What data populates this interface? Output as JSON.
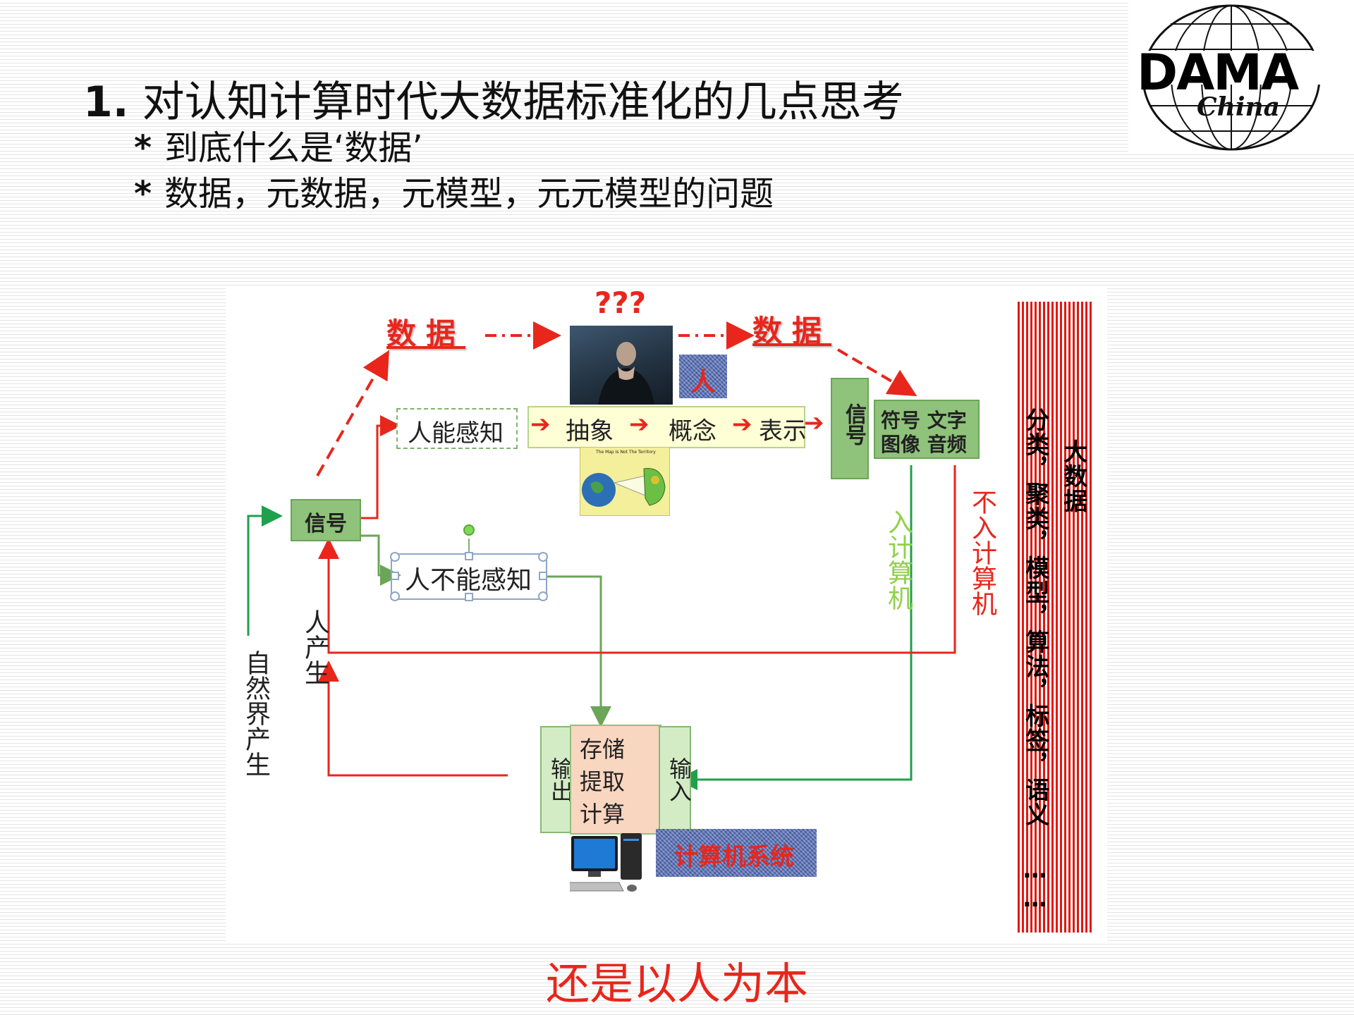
{
  "header": {
    "title_number": "1.",
    "title_text": "对认知计算时代大数据标准化的几点思考",
    "bullets": [
      {
        "marker": "*",
        "text": "到底什么是‘数据’"
      },
      {
        "marker": "*",
        "text": "数据，元数据，元模型，元元模型的问题"
      }
    ]
  },
  "logo": {
    "letters": "DAMA",
    "country": "China"
  },
  "diagram": {
    "question_marks": "???",
    "data_left": "数据",
    "data_right": "数据",
    "person_tag": "人",
    "perceivable": "人能感知",
    "chain": [
      "抽象",
      "概念",
      "表示"
    ],
    "map_caption": "The Map Is Not The Territory",
    "signal_vertical": "信号",
    "symbol_box": {
      "line1": "符号 文字",
      "line2": "图像 音频"
    },
    "signal_box": "信号",
    "not_perceivable": "人不能感知",
    "into_computer": "入计算机",
    "not_into_computer": "不入计算机",
    "human_generated": "人产生",
    "nature_generated": "自然界产生",
    "output": "输出",
    "input": "输入",
    "process": [
      "存储",
      "提取",
      "计算"
    ],
    "computer_system": "计算机系统",
    "big_data_title": "大数据",
    "big_data_items": "分类，聚类，模型，算法，标签，语义 ……"
  },
  "slogan": "还是以人为本",
  "colors": {
    "red": "#e8261c",
    "green": "#6aa558",
    "arrow_green": "#1fa04a"
  }
}
